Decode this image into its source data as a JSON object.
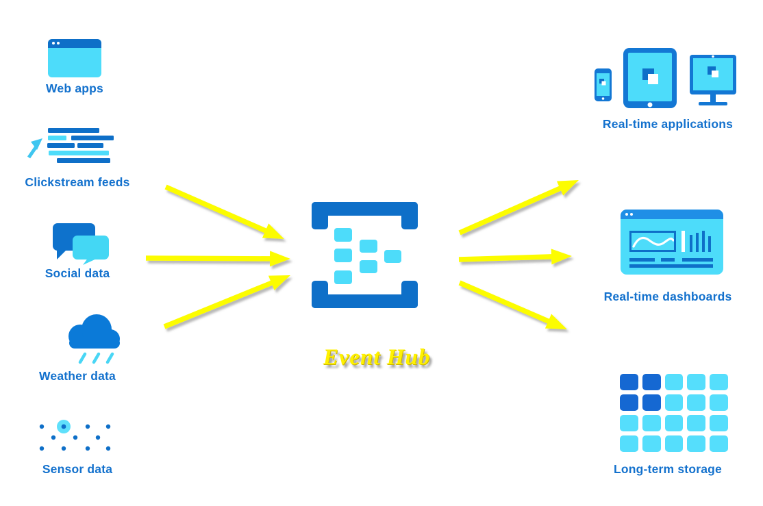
{
  "hub": {
    "label": "Event Hub"
  },
  "sources": [
    {
      "id": "web-apps",
      "label": "Web apps"
    },
    {
      "id": "clickstream-feeds",
      "label": "Clickstream feeds"
    },
    {
      "id": "social-data",
      "label": "Social data"
    },
    {
      "id": "weather-data",
      "label": "Weather data"
    },
    {
      "id": "sensor-data",
      "label": "Sensor data"
    }
  ],
  "destinations": [
    {
      "id": "real-time-applications",
      "label": "Real-time applications"
    },
    {
      "id": "real-time-dashboards",
      "label": "Real-time dashboards"
    },
    {
      "id": "long-term-storage",
      "label": "Long-term storage"
    }
  ],
  "colors": {
    "dark_blue": "#0e6fc8",
    "frame_blue": "#1377d4",
    "bright_blue": "#1f8fe6",
    "cloud_blue": "#0b7ad8",
    "cyan": "#4ddcfa",
    "label_blue": "#1371cd",
    "arrow_yellow": "#fcfc00",
    "hub_text_yellow": "#fff100"
  },
  "storage_grid": {
    "rows": 4,
    "cols": 5,
    "dark_cells": [
      [
        0,
        0
      ],
      [
        0,
        1
      ],
      [
        1,
        0
      ],
      [
        1,
        1
      ]
    ]
  }
}
